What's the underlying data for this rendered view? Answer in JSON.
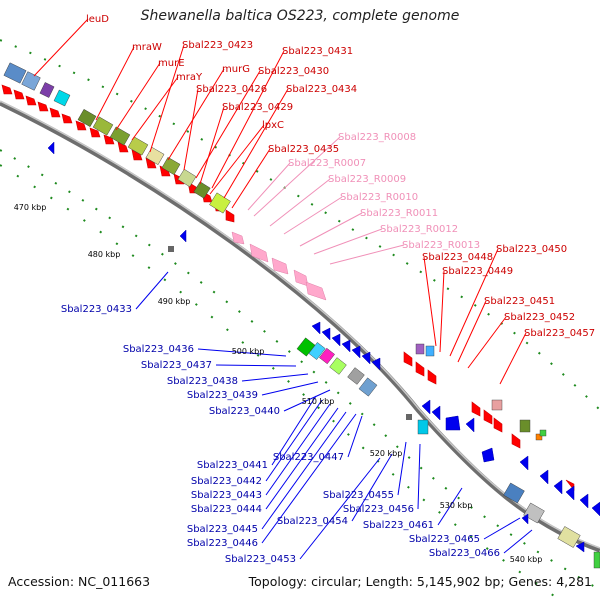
{
  "title": "Shewanella baltica OS223, complete genome",
  "accession": "Accession: NC_011663",
  "topology": "Topology: circular; Length: 5,145,902 bp; Genes: 4,281",
  "colors": {
    "red": "#ff0000",
    "red_label": "#cc0000",
    "blue": "#0000ee",
    "blue_label": "#0000aa",
    "pink": "#ffa8cc",
    "pink_label": "#f090b8",
    "green": "#228b22",
    "backbone": "#8c8c8c"
  },
  "kbp_labels": [
    "470 kbp",
    "480 kbp",
    "490 kbp",
    "500 kbp",
    "510 kbp",
    "520 kbp",
    "530 kbp",
    "540 kbp"
  ],
  "red_labels": [
    "leuD",
    "mraW",
    "murE",
    "mraY",
    "murG",
    "Sbal223_0423",
    "Sbal223_0426",
    "Sbal223_0429",
    "Sbal223_0430",
    "Sbal223_0431",
    "Sbal223_0434",
    "lpxC",
    "Sbal223_0435",
    "Sbal223_0448",
    "Sbal223_0449",
    "Sbal223_0450",
    "Sbal223_0451",
    "Sbal223_0452",
    "Sbal223_0457"
  ],
  "pink_labels": [
    "Sbal223_R0008",
    "Sbal223_R0007",
    "Sbal223_R0009",
    "Sbal223_R0010",
    "Sbal223_R0011",
    "Sbal223_R0012",
    "Sbal223_R0013"
  ],
  "blue_labels": [
    "Sbal223_0433",
    "Sbal223_0436",
    "Sbal223_0437",
    "Sbal223_0438",
    "Sbal223_0439",
    "Sbal223_0440",
    "Sbal223_0441",
    "Sbal223_0442",
    "Sbal223_0443",
    "Sbal223_0444",
    "Sbal223_0445",
    "Sbal223_0446",
    "Sbal223_0447",
    "Sbal223_0453",
    "Sbal223_0454",
    "Sbal223_0455",
    "Sbal223_0456",
    "Sbal223_0461",
    "Sbal223_0465",
    "Sbal223_0466"
  ]
}
